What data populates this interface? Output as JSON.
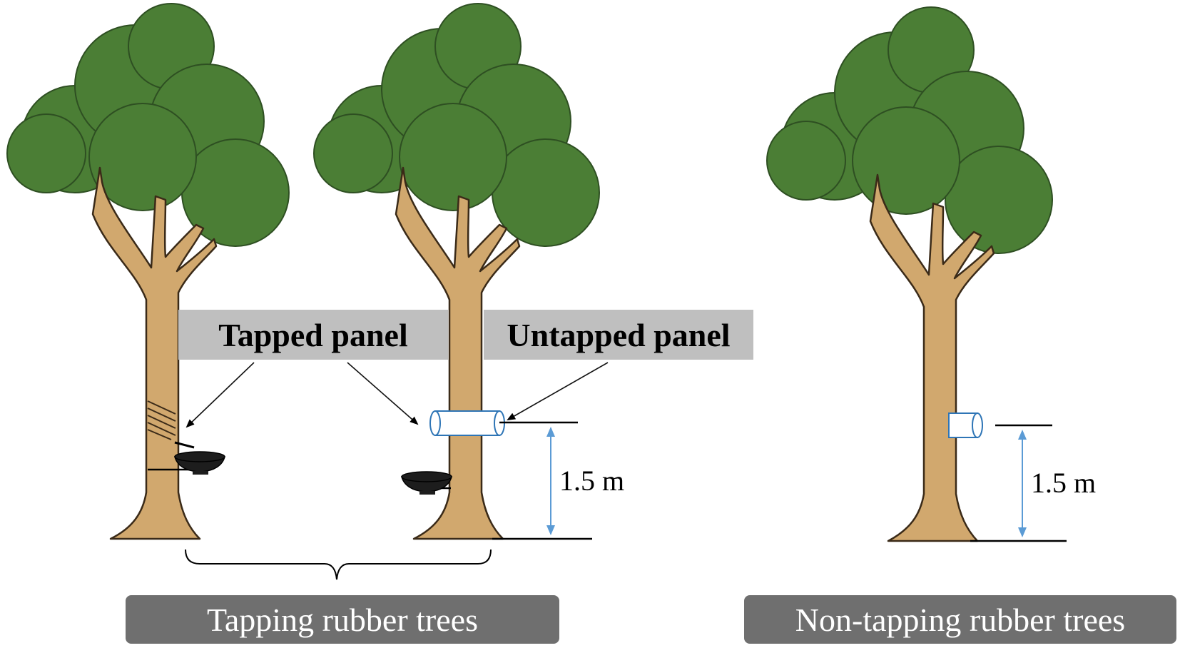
{
  "labels": {
    "tapped_panel": "Tapped panel",
    "untapped_panel": "Untapped panel",
    "height_left": "1.5 m",
    "height_right": "1.5 m",
    "group_tapping": "Tapping rubber trees",
    "group_non_tapping": "Non-tapping rubber trees"
  },
  "colors": {
    "foliage": "#4b7e35",
    "trunk": "#d1a86e",
    "label_box_light": "#bfbfbf",
    "label_box_dark": "#6f6f6f",
    "dimension_arrow": "#5b9bd5",
    "panel_outline": "#2e75b6"
  }
}
